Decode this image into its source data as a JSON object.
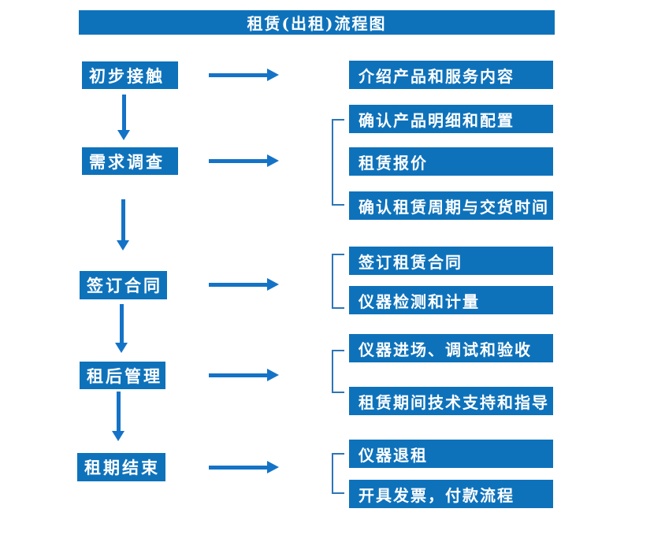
{
  "title": "租赁(出租)流程图",
  "colors": {
    "box_blue": "#0e72bb",
    "arrow_blue": "#1473c6",
    "bracket_blue": "#2e75b6",
    "text_white": "#ffffff"
  },
  "flow": [
    {
      "step": "初步接触",
      "details": [
        "介绍产品和服务内容"
      ]
    },
    {
      "step": "需求调查",
      "details": [
        "确认产品明细和配置",
        "租赁报价",
        "确认租赁周期与交货时间"
      ]
    },
    {
      "step": "签订合同",
      "details": [
        "签订租赁合同",
        "仪器检测和计量"
      ]
    },
    {
      "step": "租后管理",
      "details": [
        "仪器进场、调试和验收",
        "租赁期间技术支持和指导"
      ]
    },
    {
      "step": "租期结束",
      "details": [
        "仪器退租",
        "开具发票，付款流程"
      ]
    }
  ]
}
